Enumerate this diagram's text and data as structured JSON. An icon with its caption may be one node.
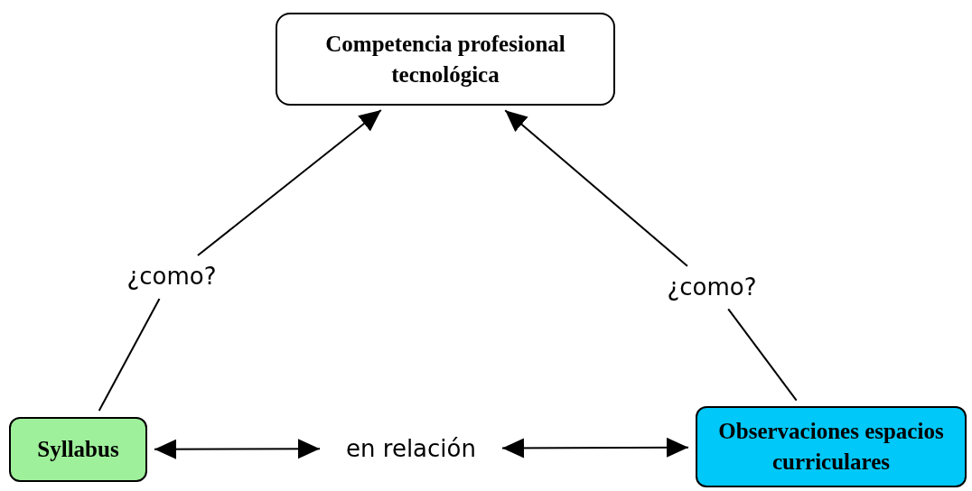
{
  "diagram": {
    "nodes": [
      {
        "text": [
          "Competencia profesional tecnológica"
        ]
      },
      {
        "text": [
          "Syllabus"
        ]
      },
      {
        "text": [
          "Observaciones espacios curriculares"
        ]
      },
      {
        "text": [
          "¿como?"
        ]
      },
      {
        "text": [
          "¿como?"
        ]
      },
      {
        "text": [
          "en relación"
        ]
      }
    ],
    "edges": [
      {
        "from": 1,
        "to": 3,
        "arrow": "none"
      },
      {
        "from": 3,
        "to": 0,
        "arrow": "to"
      },
      {
        "from": 2,
        "to": 4,
        "arrow": "none"
      },
      {
        "from": 4,
        "to": 0,
        "arrow": "to"
      },
      {
        "from": 1,
        "to": 5,
        "arrow": "both"
      },
      {
        "from": 5,
        "to": 2,
        "arrow": "both"
      }
    ]
  }
}
